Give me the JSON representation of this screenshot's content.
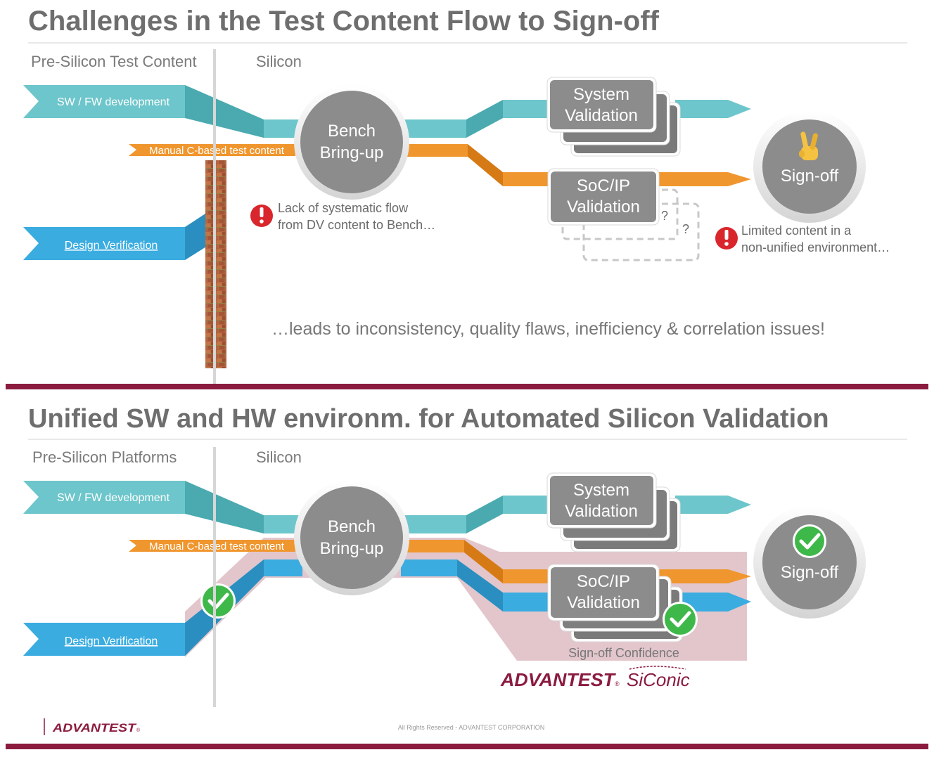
{
  "top": {
    "title": "Challenges in the Test Content Flow to Sign-off",
    "pre_silicon_header": "Pre-Silicon Test Content",
    "silicon_header": "Silicon",
    "sw_fw": "SW / FW development",
    "manual_c": "Manual C-based test content",
    "dv": "Design Verification",
    "bench": [
      "Bench",
      "Bring-up"
    ],
    "system_val": [
      "System",
      "Validation"
    ],
    "soc_val": [
      "SoC/IP",
      "Validation"
    ],
    "signoff": "Sign-off",
    "question": "?",
    "warn1": [
      "Lack of systematic flow",
      "from DV content to Bench…"
    ],
    "warn2": [
      "Limited content in a",
      "non-unified environment…"
    ],
    "consequence": "…leads to inconsistency, quality flaws, inefficiency & correlation issues!"
  },
  "bottom": {
    "title": "Unified SW and HW environm. for Automated Silicon Validation",
    "pre_silicon_header": "Pre-Silicon Platforms",
    "silicon_header": "Silicon",
    "sw_fw": "SW / FW development",
    "manual_c": "Manual C-based test content",
    "dv": "Design Verification",
    "bench": [
      "Bench",
      "Bring-up"
    ],
    "system_val": [
      "System",
      "Validation"
    ],
    "soc_val": [
      "SoC/IP",
      "Validation"
    ],
    "signoff": "Sign-off",
    "confidence": "Sign-off Confidence",
    "brand": "ADVANTEST",
    "brand_reg": "®",
    "product": "SiConic"
  },
  "footer": {
    "logo": "ADVANTEST",
    "logo_reg": "®",
    "copyright": "All Rights Reserved - ADVANTEST CORPORATION"
  },
  "colors": {
    "teal": "#6dc6cb",
    "orange": "#f0962e",
    "blue": "#3aace0",
    "gray_box": "#8c8c8c",
    "maroon": "#8b1c3f",
    "pink_band": "#ddbcc3",
    "green_check": "#3fb84a",
    "warn_red": "#d9262c"
  }
}
